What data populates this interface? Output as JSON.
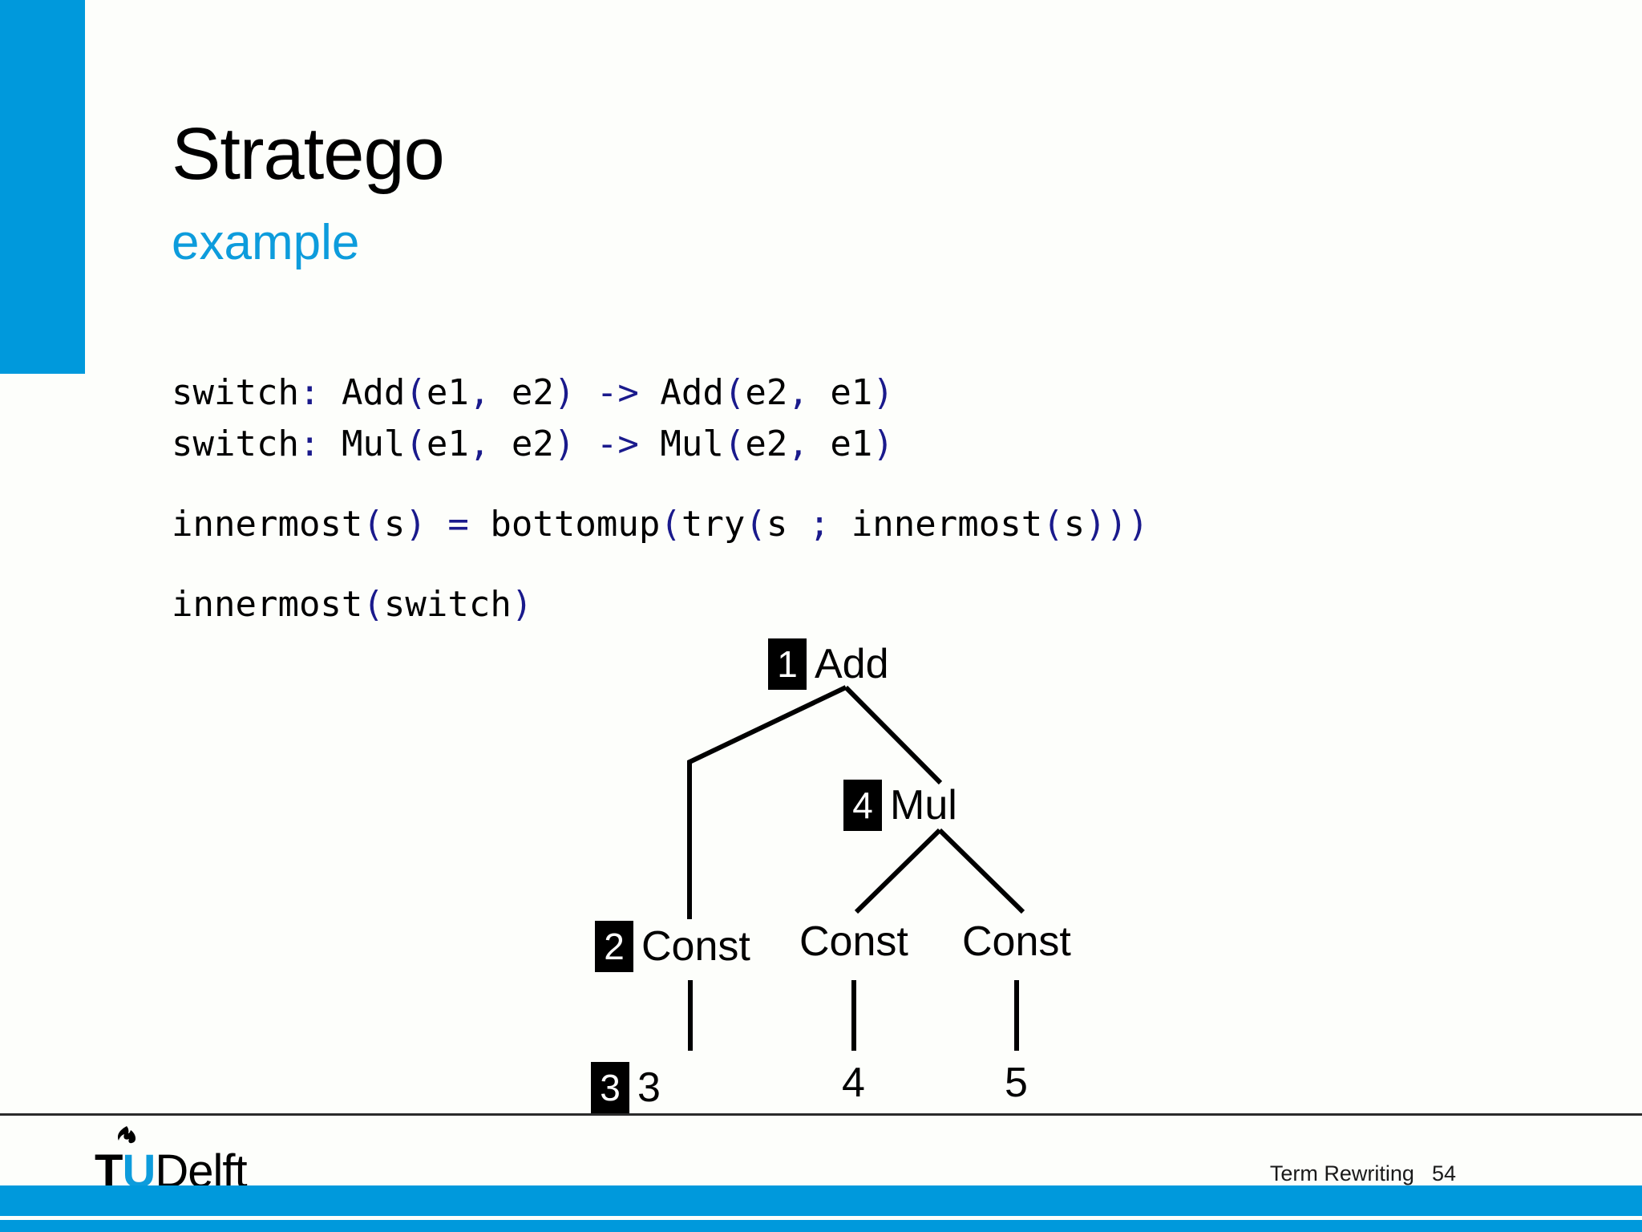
{
  "slide": {
    "title": "Stratego",
    "subtitle": "example",
    "accent_color": "#0099dc",
    "background_color": "#fdfefb"
  },
  "code": {
    "punct_color": "#1a1a8c",
    "lines": [
      "switch: Add(e1, e2) -> Add(e2, e1)",
      "switch: Mul(e1, e2) -> Mul(e2, e1)",
      "",
      "innermost(s) = bottomup(try(s ; innermost(s)))",
      "",
      "innermost(switch)"
    ],
    "line1_parts": [
      {
        "t": "switch",
        "k": "id"
      },
      {
        "t": ":",
        "k": "punct"
      },
      {
        "t": " Add",
        "k": "id"
      },
      {
        "t": "(",
        "k": "punct"
      },
      {
        "t": "e1",
        "k": "id"
      },
      {
        "t": ",",
        "k": "punct"
      },
      {
        "t": " e2",
        "k": "id"
      },
      {
        "t": ")",
        "k": "punct"
      },
      {
        "t": " ",
        "k": "id"
      },
      {
        "t": "->",
        "k": "punct"
      },
      {
        "t": " Add",
        "k": "id"
      },
      {
        "t": "(",
        "k": "punct"
      },
      {
        "t": "e2",
        "k": "id"
      },
      {
        "t": ",",
        "k": "punct"
      },
      {
        "t": " e1",
        "k": "id"
      },
      {
        "t": ")",
        "k": "punct"
      }
    ],
    "line2_parts": [
      {
        "t": "switch",
        "k": "id"
      },
      {
        "t": ":",
        "k": "punct"
      },
      {
        "t": " Mul",
        "k": "id"
      },
      {
        "t": "(",
        "k": "punct"
      },
      {
        "t": "e1",
        "k": "id"
      },
      {
        "t": ",",
        "k": "punct"
      },
      {
        "t": " e2",
        "k": "id"
      },
      {
        "t": ")",
        "k": "punct"
      },
      {
        "t": " ",
        "k": "id"
      },
      {
        "t": "->",
        "k": "punct"
      },
      {
        "t": " Mul",
        "k": "id"
      },
      {
        "t": "(",
        "k": "punct"
      },
      {
        "t": "e2",
        "k": "id"
      },
      {
        "t": ",",
        "k": "punct"
      },
      {
        "t": " e1",
        "k": "id"
      },
      {
        "t": ")",
        "k": "punct"
      }
    ],
    "line3_parts": [
      {
        "t": "innermost",
        "k": "id"
      },
      {
        "t": "(",
        "k": "punct"
      },
      {
        "t": "s",
        "k": "id"
      },
      {
        "t": ")",
        "k": "punct"
      },
      {
        "t": " ",
        "k": "id"
      },
      {
        "t": "=",
        "k": "punct"
      },
      {
        "t": " bottomup",
        "k": "id"
      },
      {
        "t": "(",
        "k": "punct"
      },
      {
        "t": "try",
        "k": "id"
      },
      {
        "t": "(",
        "k": "punct"
      },
      {
        "t": "s ",
        "k": "id"
      },
      {
        "t": ";",
        "k": "punct"
      },
      {
        "t": " innermost",
        "k": "id"
      },
      {
        "t": "(",
        "k": "punct"
      },
      {
        "t": "s",
        "k": "id"
      },
      {
        "t": ")))",
        "k": "punct"
      }
    ],
    "line4_parts": [
      {
        "t": "innermost",
        "k": "id"
      },
      {
        "t": "(",
        "k": "punct"
      },
      {
        "t": "switch",
        "k": "id"
      },
      {
        "t": ")",
        "k": "punct"
      }
    ]
  },
  "tree": {
    "nodes": [
      {
        "id": "add",
        "label": "Add",
        "badge": "1"
      },
      {
        "id": "mul",
        "label": "Mul",
        "badge": "4"
      },
      {
        "id": "const1",
        "label": "Const",
        "badge": "2"
      },
      {
        "id": "const2",
        "label": "Const",
        "badge": null
      },
      {
        "id": "const3",
        "label": "Const",
        "badge": null
      }
    ],
    "leaves": [
      {
        "id": "leaf1",
        "label": "3",
        "badge": "3"
      },
      {
        "id": "leaf2",
        "label": "4",
        "badge": null
      },
      {
        "id": "leaf3",
        "label": "5",
        "badge": null
      }
    ],
    "edges": [
      {
        "from": "add",
        "to": "const1"
      },
      {
        "from": "add",
        "to": "mul"
      },
      {
        "from": "mul",
        "to": "const2"
      },
      {
        "from": "mul",
        "to": "const3"
      },
      {
        "from": "const1",
        "to": "leaf1"
      },
      {
        "from": "const2",
        "to": "leaf2"
      },
      {
        "from": "const3",
        "to": "leaf3"
      }
    ]
  },
  "footer": {
    "logo_t": "T",
    "logo_u": "U",
    "logo_delft": "Delft",
    "section": "Term Rewriting",
    "page_number": "54"
  }
}
